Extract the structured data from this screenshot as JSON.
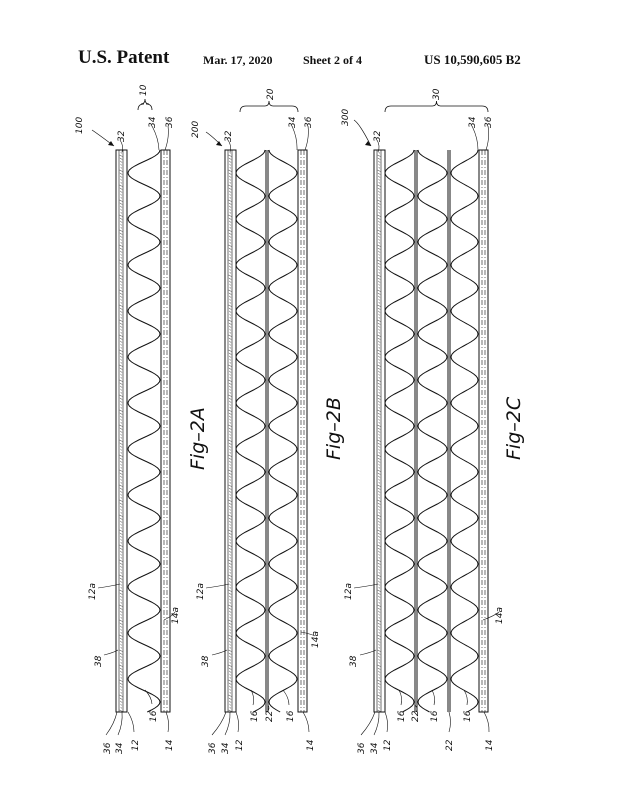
{
  "header": {
    "title": "U.S. Patent",
    "date": "Mar. 17, 2020",
    "sheet": "Sheet 2 of 4",
    "patent_number": "US 10,590,605 B2"
  },
  "figures": [
    {
      "caption": "Fig–2A",
      "ref": "100",
      "group": "10",
      "top_labels": [
        "32",
        "34",
        "36"
      ],
      "side_labels": [
        "12a",
        "38",
        "14a"
      ],
      "bottom_labels": [
        "36",
        "34",
        "12",
        "16",
        "14"
      ]
    },
    {
      "caption": "Fig–2B",
      "ref": "200",
      "group": "20",
      "top_labels": [
        "32",
        "34",
        "36"
      ],
      "side_labels": [
        "12a",
        "38",
        "14a"
      ],
      "bottom_labels": [
        "36",
        "34",
        "12",
        "16",
        "22",
        "16",
        "14"
      ]
    },
    {
      "caption": "Fig–2C",
      "ref": "300",
      "group": "30",
      "top_labels": [
        "32",
        "34",
        "36"
      ],
      "side_labels": [
        "12a",
        "38",
        "14a"
      ],
      "bottom_labels": [
        "36",
        "34",
        "12",
        "16",
        "22",
        "16",
        "22",
        "16",
        "14"
      ]
    }
  ]
}
